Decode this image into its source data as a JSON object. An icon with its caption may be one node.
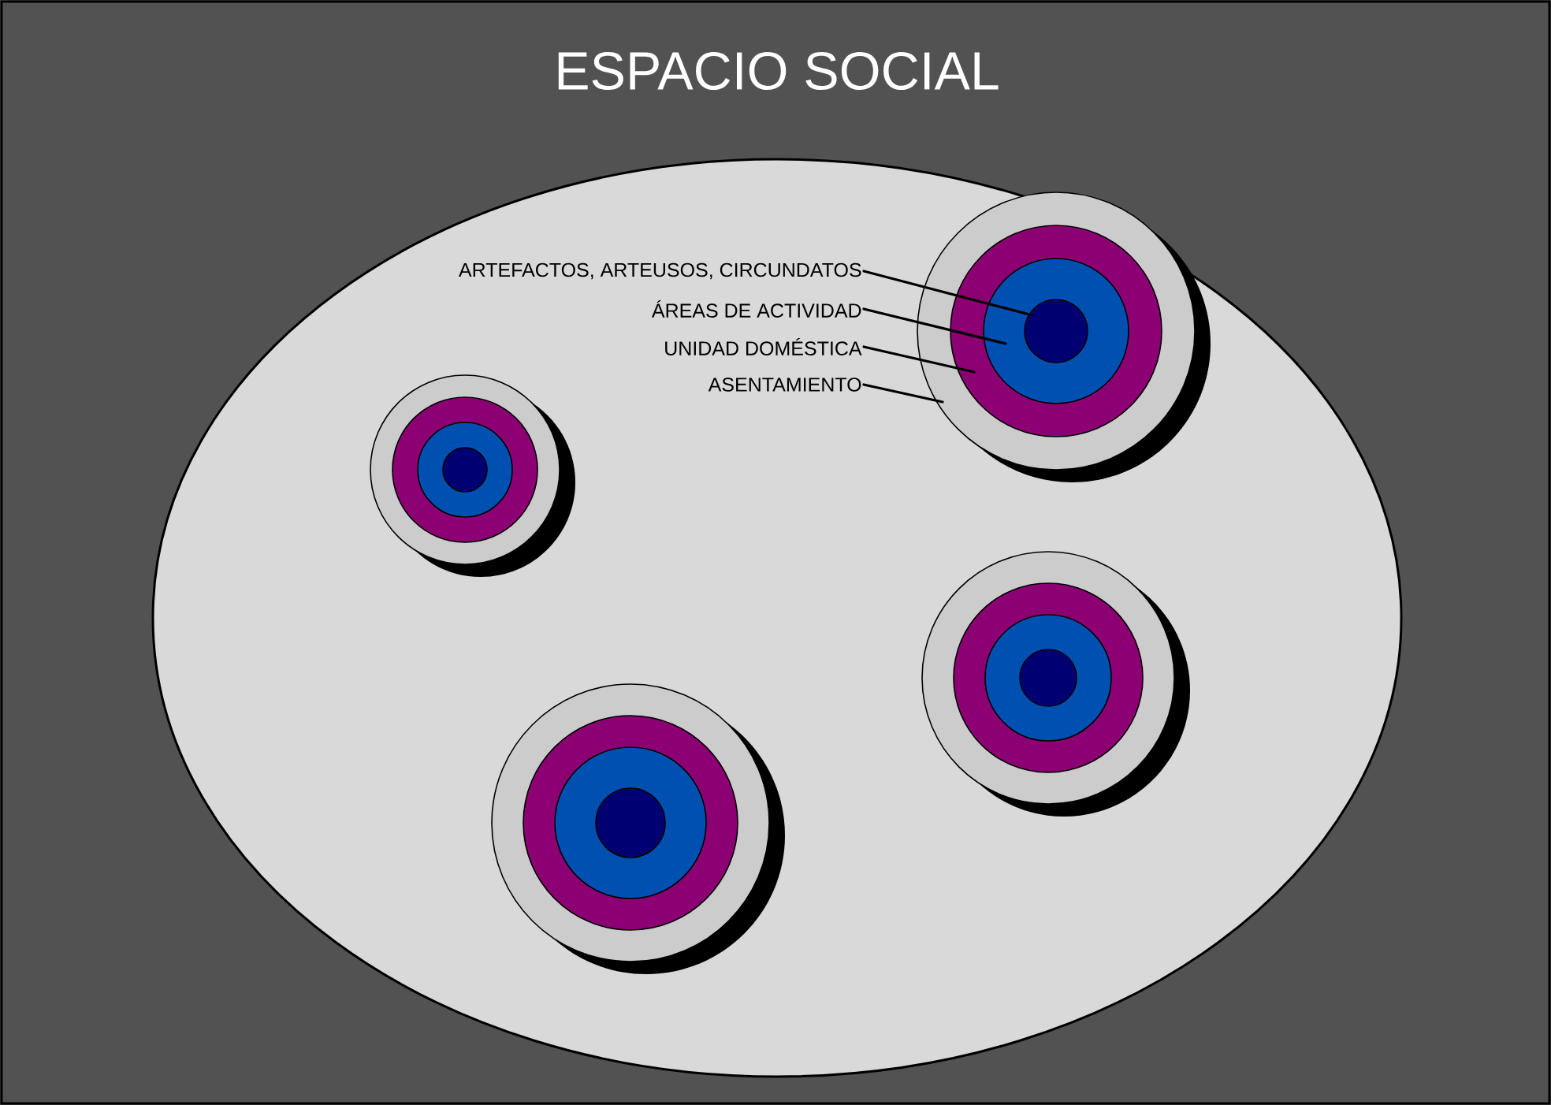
{
  "diagram": {
    "title": "ESPACIO SOCIAL",
    "nodes": [
      {
        "text": [],
        "shape": "ellipse"
      },
      {
        "text": [
          "ARTEFACTOS, ARTEUSOS, CIRCUNDATOS"
        ],
        "in": 0
      },
      {
        "text": [
          "ÁREAS DE ACTIVIDAD"
        ],
        "in": 0
      },
      {
        "text": [
          "UNIDAD DOMÉSTICA"
        ],
        "in": 0
      },
      {
        "text": [
          "ASENTAMIENTO"
        ],
        "in": 0
      },
      {
        "text": [],
        "shape": "circle",
        "in": 0
      },
      {
        "text": [],
        "shape": "circle",
        "in": 5
      },
      {
        "text": [],
        "shape": "circle",
        "in": 6
      },
      {
        "text": [],
        "shape": "circle",
        "in": 7
      }
    ],
    "edges": [
      {
        "from": 1,
        "to": 8,
        "arrow": "none"
      },
      {
        "from": 2,
        "to": 7,
        "arrow": "none"
      },
      {
        "from": 3,
        "to": 6,
        "arrow": "none"
      },
      {
        "from": 4,
        "to": 5,
        "arrow": "none"
      }
    ]
  }
}
